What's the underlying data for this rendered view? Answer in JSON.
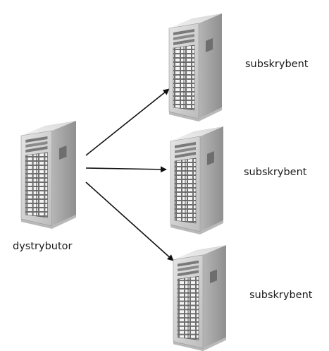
{
  "nodes": {
    "distributor": {
      "label": "dystrybutor"
    },
    "subscriber_1": {
      "label": "subskrybent"
    },
    "subscriber_2": {
      "label": "subskrybent"
    },
    "subscriber_3": {
      "label": "subskrybent"
    }
  },
  "colors": {
    "background": "#ffffff",
    "server_front": "#d2d2d2",
    "server_side": "#a9a9a9",
    "server_top": "#e6e6e6",
    "arrow": "#111111",
    "label_text": "#1a1a1a"
  },
  "icons": {
    "server": "server-tower-icon"
  }
}
